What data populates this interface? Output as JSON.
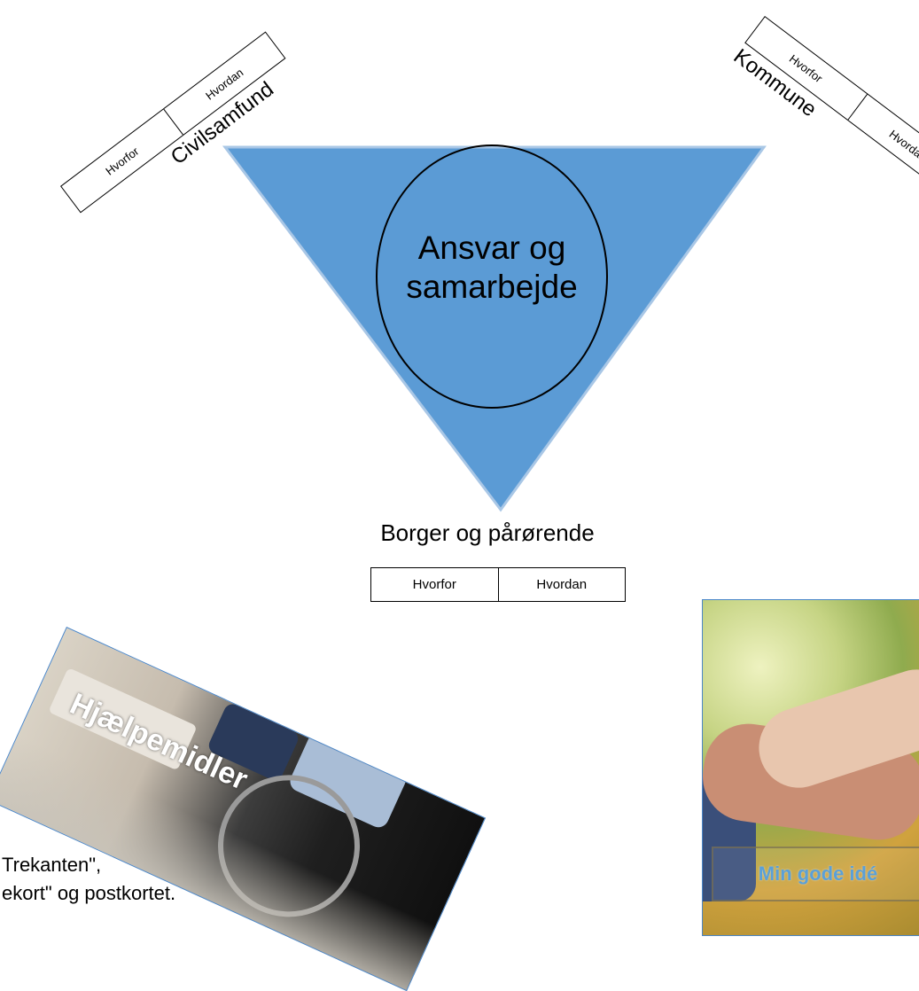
{
  "diagram": {
    "center_text": "Ansvar og samarbejde",
    "colors": {
      "triangle_fill": "#5b9bd5",
      "triangle_stroke": "#a9c7e6",
      "circle_stroke": "#000000"
    }
  },
  "corners": {
    "civilsamfund": {
      "name": "Civilsamfund",
      "why": "Hvorfor",
      "how": "Hvordan"
    },
    "kommune": {
      "name": "Kommune",
      "why": "Hvorfor",
      "how": "Hvordan"
    },
    "borger": {
      "name": "Borger og pårørende",
      "why": "Hvorfor",
      "how": "Hvordan"
    }
  },
  "cards": {
    "hjaelpemidler": {
      "title": "Hjælpemidler"
    },
    "min_gode_ide": {
      "title": "Min gode idé"
    }
  },
  "caption": {
    "text": "Trekanten\",\nekort\" og postkortet."
  }
}
